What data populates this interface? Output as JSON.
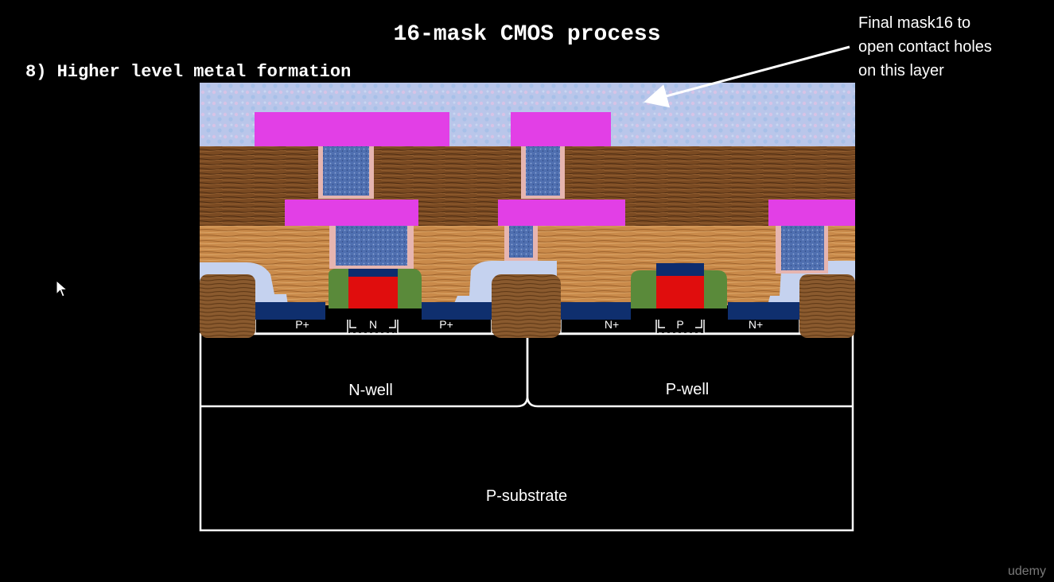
{
  "slide": {
    "title": "16-mask CMOS process",
    "step": "8) Higher level metal formation"
  },
  "annotation": {
    "lines": [
      "Final mask16 to",
      "open contact holes",
      "on this layer"
    ]
  },
  "labels": {
    "p_plus_1": "P+",
    "n_gate_region": "N",
    "p_plus_2": "P+",
    "n_plus_1": "N+",
    "p_gate_region": "P",
    "n_plus_2": "N+",
    "n_well": "N-well",
    "p_well": "P-well",
    "p_substrate": "P-substrate"
  },
  "watermark": "udemy",
  "colors": {
    "metal": "#e23fe6",
    "top_oxide": "#b9c6ea",
    "dielectric_dark": "#7a4a22",
    "dielectric_light": "#c98a4a",
    "via": "#4f6fb0",
    "poly_gate": "#e00d0d",
    "gate_cap": "#0d2c6e",
    "spacer": "#5a8a3a",
    "diffusion": "#0f2f6e",
    "sti": "#8a5a2e",
    "liner": "#e6b5b0",
    "outline": "#ffffff"
  },
  "icons": {
    "cursor": "mouse-pointer-icon",
    "arrow": "annotation-arrow-icon"
  }
}
